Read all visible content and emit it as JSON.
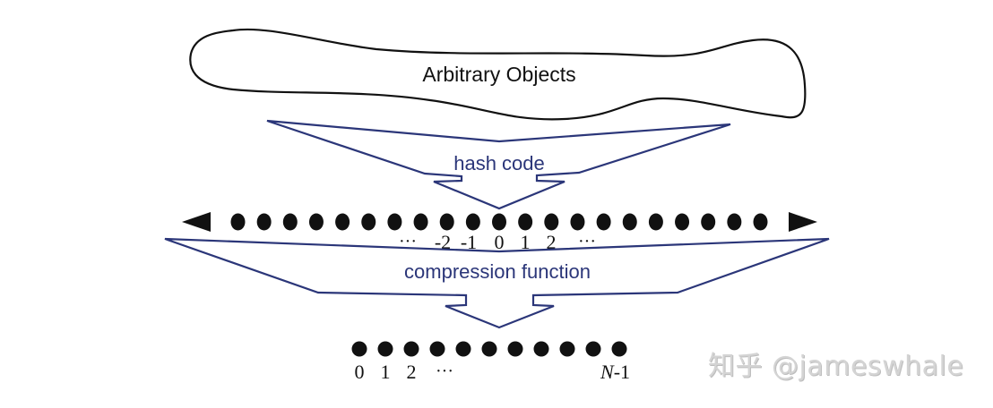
{
  "colors": {
    "arrow_stroke": "#2b3679",
    "arrow_text": "#2b3679",
    "ink": "#111111",
    "watermark": "#d4d4d4"
  },
  "blob": {
    "label": "Arbitrary Objects"
  },
  "hash_arrow": {
    "label": "hash code"
  },
  "integer_line": {
    "dot_count": 21,
    "zero_index": 10,
    "tick_labels": [
      "···",
      "-2",
      "-1",
      "0",
      "1",
      "2",
      "···"
    ],
    "left_arrow": "left-arrowhead",
    "right_arrow": "right-arrowhead"
  },
  "compression_arrow": {
    "label": "compression function"
  },
  "bucket_line": {
    "dot_count": 11,
    "labels": [
      "0",
      "1",
      "2",
      "···"
    ],
    "last_label_italic": "N",
    "last_label_suffix": "-1"
  },
  "watermark": {
    "text": "知乎 @jameswhale"
  }
}
